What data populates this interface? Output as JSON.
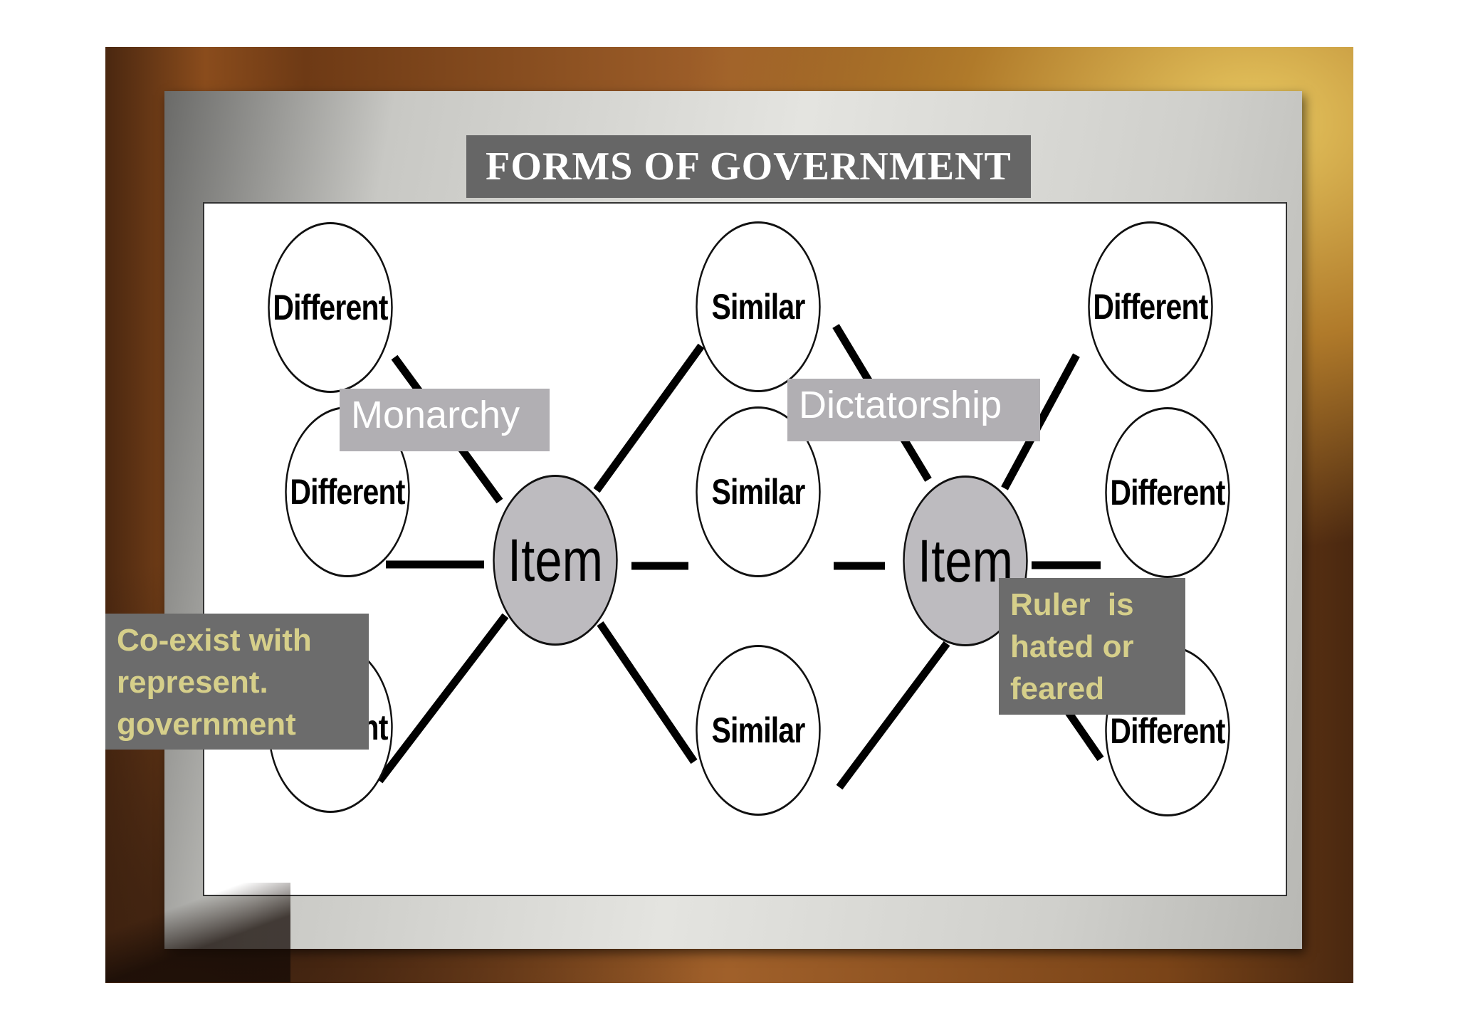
{
  "title": "FORMS OF GOVERNMENT",
  "diagram": {
    "left_center": "Item",
    "right_center": "Item",
    "left_outer": [
      "Different",
      "Different",
      "Different"
    ],
    "shared": [
      "Similar",
      "Similar",
      "Similar"
    ],
    "right_outer": [
      "Different",
      "Different",
      "Different"
    ]
  },
  "labels": {
    "left_topic": "Monarchy",
    "right_topic": "Dictatorship"
  },
  "notes": {
    "left": [
      "Co-exist with",
      "represent.",
      "government"
    ],
    "right": [
      "Ruler  is",
      "hated or",
      "feared"
    ]
  },
  "colors": {
    "center_fill": "#bdbbbf",
    "label_fill": "#b1afb3",
    "note_fill": "#6c6c6c",
    "note_text": "#d6cf8a",
    "title_fill": "#666666"
  }
}
